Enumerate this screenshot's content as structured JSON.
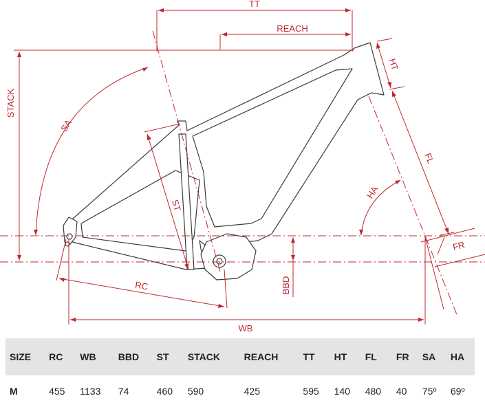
{
  "labels": {
    "tt": "TT",
    "reach": "REACH",
    "stack": "STACK",
    "sa": "SA",
    "ht": "HT",
    "st": "ST",
    "fl": "FL",
    "ha": "HA",
    "fr": "FR",
    "rc": "RC",
    "bbd": "BBD",
    "wb": "WB"
  },
  "table": {
    "headers": [
      "SIZE",
      "RC",
      "WB",
      "BBD",
      "ST",
      "STACK",
      "REACH",
      "TT",
      "HT",
      "FL",
      "FR",
      "SA",
      "HA"
    ],
    "rows": [
      [
        "M",
        "455",
        "1133",
        "74",
        "460",
        "590",
        "425",
        "595",
        "140",
        "480",
        "40",
        "75º",
        "69º"
      ]
    ]
  },
  "colors": {
    "dimension": "#c0272d",
    "frame": "#3a3a3a",
    "header_bg": "#e4e4e4"
  }
}
